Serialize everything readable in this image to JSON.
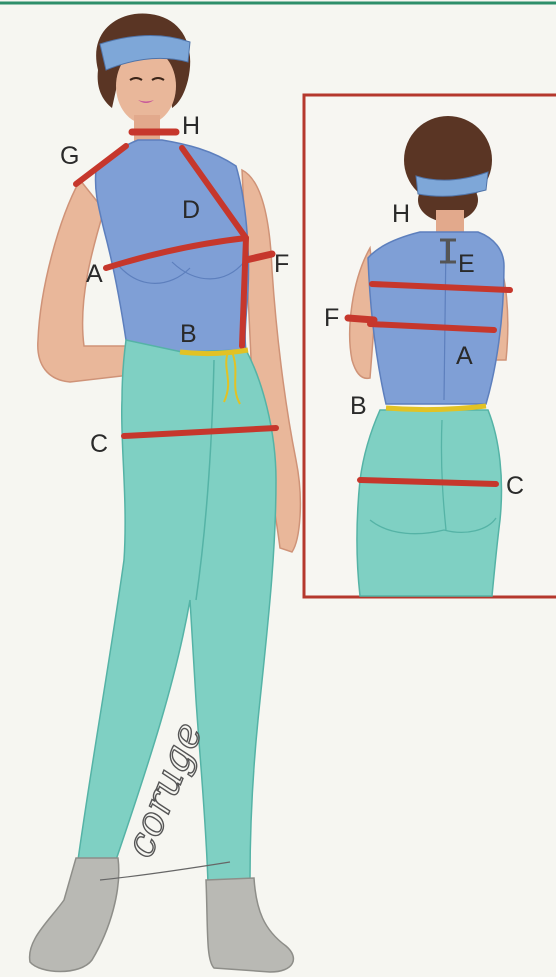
{
  "front_labels": {
    "A": "A",
    "B": "B",
    "C": "C",
    "D": "D",
    "F": "F",
    "G": "G",
    "H": "H"
  },
  "back_labels": {
    "H": "H",
    "E": "E",
    "F": "F",
    "A": "A",
    "B": "B",
    "C": "C"
  },
  "signature": "coruge",
  "colors": {
    "page": "#f6f6f1",
    "top_rule": "#2e8f6a",
    "frame": "#b5382d",
    "top": "#7f9fd6",
    "top_shade": "#5d7fbd",
    "pants": "#7fd0c3",
    "pants_shade": "#55b3a6",
    "skin": "#e9b79a",
    "skin_shade": "#cf9378",
    "hair": "#5a3524",
    "headband": "#7ea7d8",
    "boots": "#b9b9b4",
    "measure_line": "#c6372c",
    "waist_line": "#e2c224"
  }
}
